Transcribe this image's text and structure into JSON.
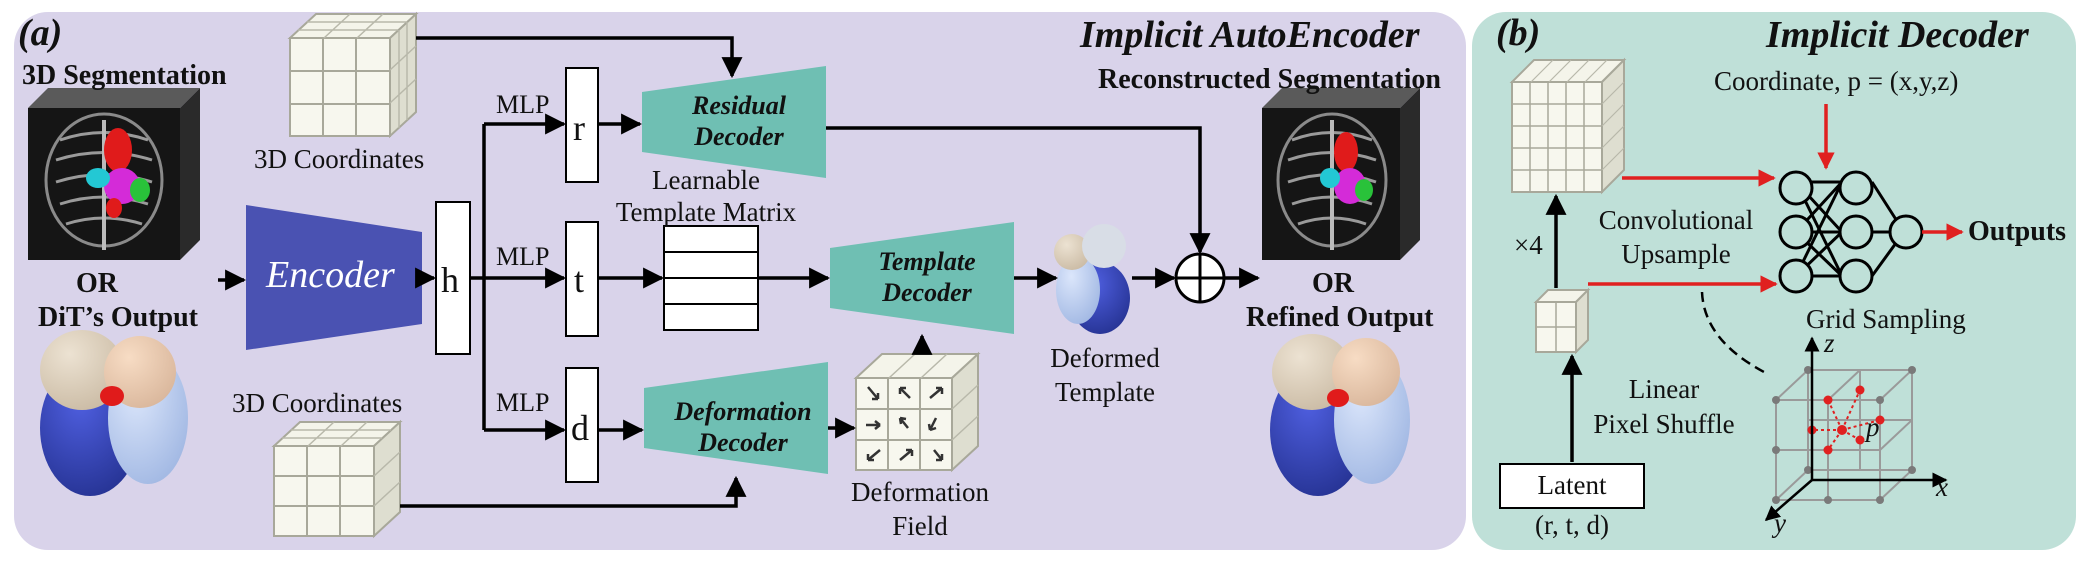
{
  "panel_a": {
    "tag": "(a)",
    "title": "Implicit  AutoEncoder",
    "input_label_top": "3D  Segmentation",
    "input_or": "OR",
    "input_label_bottom": "DiT’s Output",
    "coords_top": "3D Coordinates",
    "coords_bottom": "3D Coordinates",
    "encoder": "Encoder",
    "latent_h": "h",
    "mlp_r": "MLP",
    "mlp_t": "MLP",
    "mlp_d": "MLP",
    "r": "r",
    "t": "t",
    "d": "d",
    "residual_decoder": [
      "Residual",
      "Decoder"
    ],
    "template_decoder": [
      "Template",
      "Decoder"
    ],
    "deformation_decoder": [
      "Deformation",
      "Decoder"
    ],
    "learnable_template": [
      "Learnable",
      "Template Matrix"
    ],
    "deformation_field": [
      "Deformation",
      "Field"
    ],
    "deformed_template": [
      "Deformed",
      "Template"
    ],
    "output_label_top": "Reconstructed Segmentation",
    "output_or": "OR",
    "output_label_bottom": "Refined Output"
  },
  "panel_b": {
    "tag": "(b)",
    "title": "Implicit Decoder",
    "coordinate": "Coordinate, p = (x,y,z)",
    "conv_upsample": [
      "Convolutional",
      "Upsample"
    ],
    "times4": "×4",
    "outputs": "Outputs",
    "grid_sampling": "Grid Sampling",
    "linear_pixel_shuffle": [
      "Linear",
      "Pixel Shuffle"
    ],
    "latent": "Latent",
    "latent_vars": "(r, t, d)",
    "axis_x": "x",
    "axis_y": "y",
    "axis_z": "z",
    "point_p": "p"
  },
  "colors": {
    "panel_a_bg": "#d9d3ea",
    "panel_b_bg": "#bfe0d8",
    "encoder": "#4a52b2",
    "decoder": "#6fbfb3",
    "arrow": "#000000",
    "red_arrow": "#e02020"
  }
}
